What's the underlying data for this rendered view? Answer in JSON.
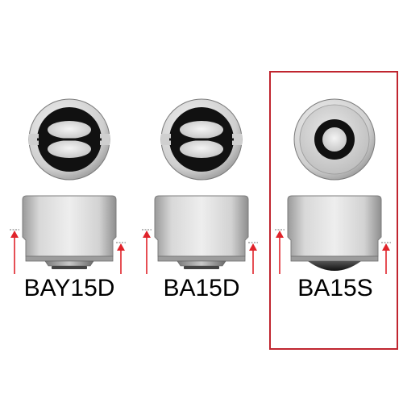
{
  "bases": [
    {
      "label": "BAY15D",
      "contacts": "double-elliptical",
      "highlighted": false
    },
    {
      "label": "BA15D",
      "contacts": "double-elliptical",
      "highlighted": false
    },
    {
      "label": "BA15S",
      "contacts": "single-round",
      "highlighted": true
    }
  ],
  "colors": {
    "highlight": "#c0252f",
    "arrow": "#e0232a",
    "metal_light": "#e4e4e4",
    "metal_mid": "#b8b8b8",
    "metal_dark": "#6e6e6e",
    "contact": "#111111"
  },
  "icons": [
    "up-arrow-icon",
    "bulb-base-top-view",
    "bulb-base-side-view"
  ]
}
